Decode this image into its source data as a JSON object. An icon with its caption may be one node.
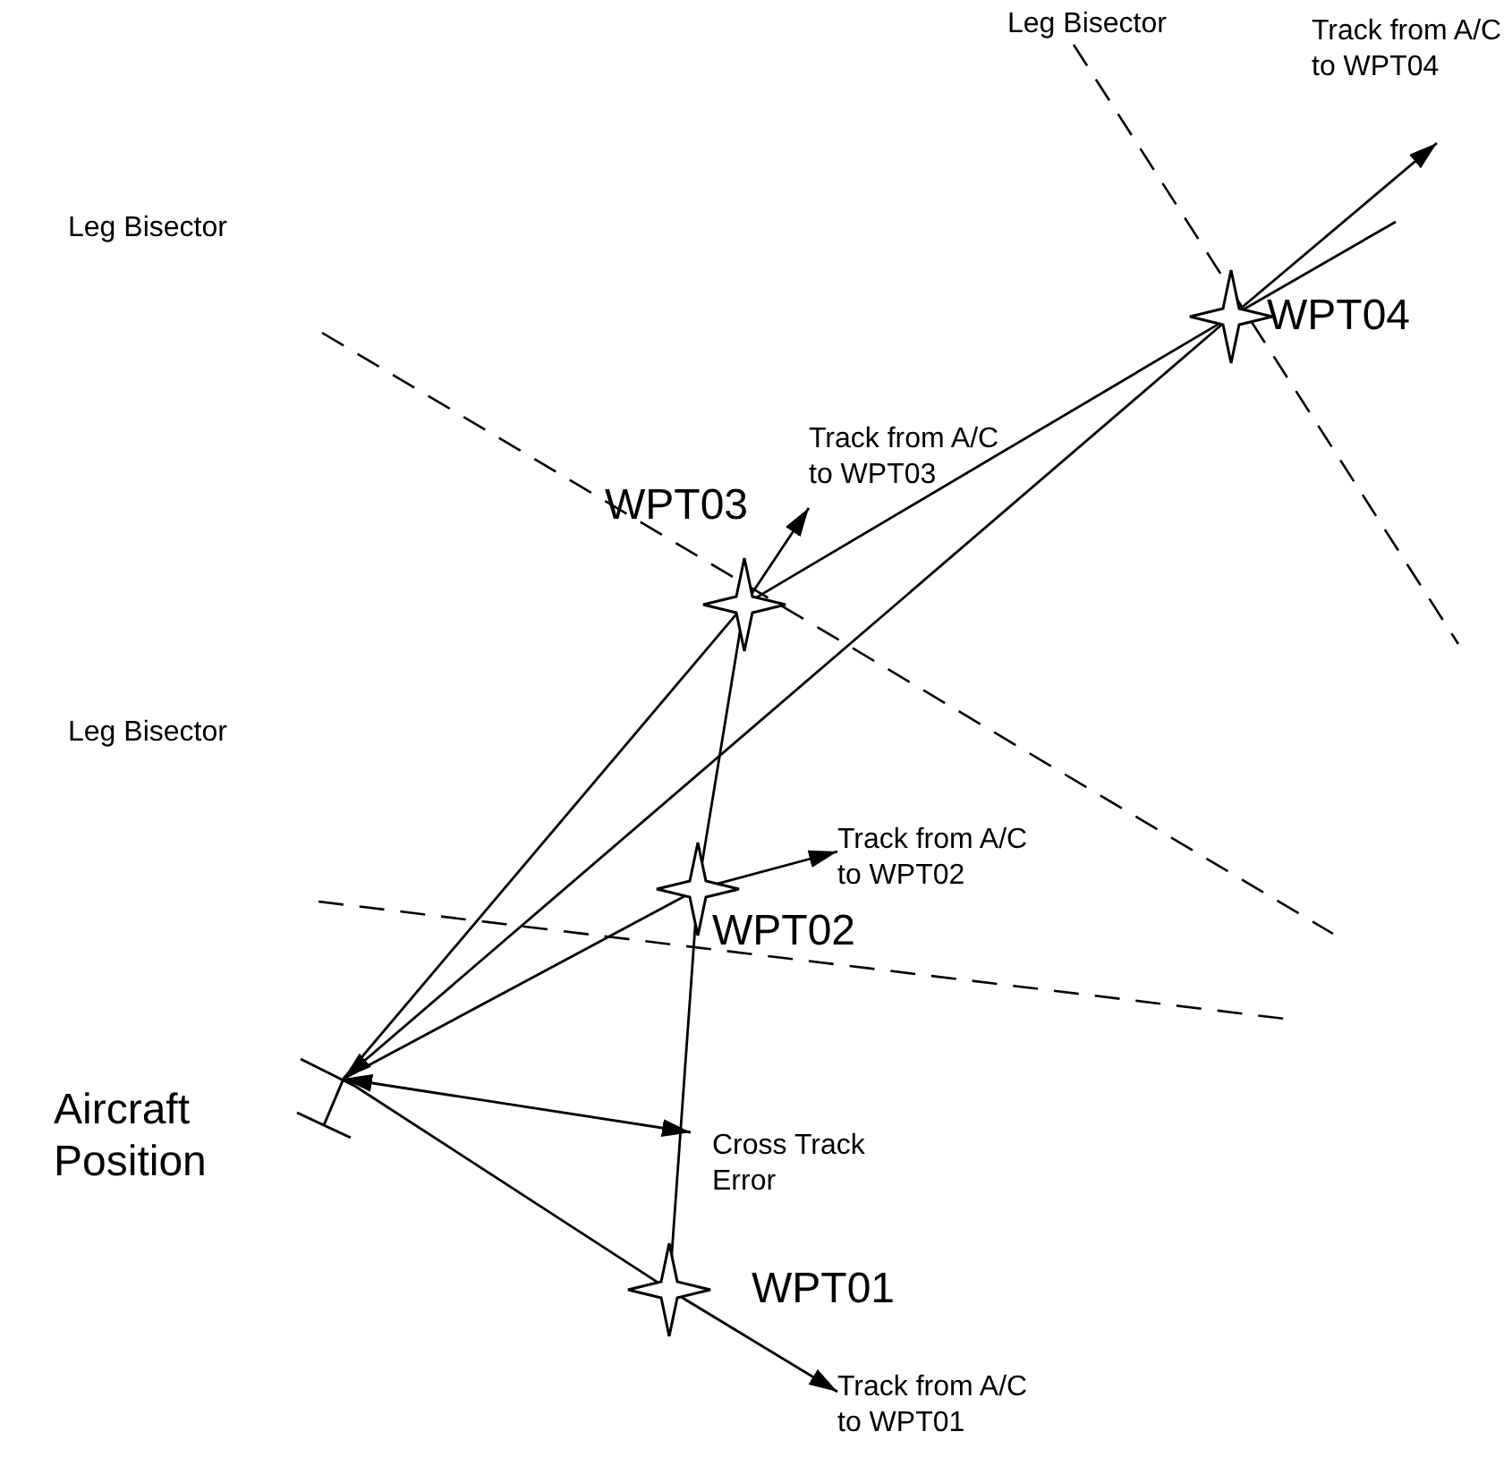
{
  "diagram": {
    "nodes": [
      {
        "text": [],
        "shape": "bar",
        "beside": [
          "Aircraft Position"
        ]
      },
      {
        "text": [],
        "shape": "star",
        "beside": [
          "WPT01"
        ]
      },
      {
        "text": [],
        "shape": "star",
        "beside": [
          "WPT02"
        ]
      },
      {
        "text": [],
        "shape": "star",
        "beside": [
          "WPT03"
        ]
      },
      {
        "text": [],
        "shape": "star",
        "beside": [
          "WPT04"
        ]
      },
      {
        "text": [
          "Track from A/C to WPT01"
        ]
      },
      {
        "text": [
          "Track from A/C to WPT02"
        ]
      },
      {
        "text": [
          "Track from A/C to WPT03"
        ]
      },
      {
        "text": [
          "Track from A/C to WPT04"
        ]
      }
    ],
    "edges": [
      {
        "from": 0,
        "to": 1,
        "arrow": "none"
      },
      {
        "from": 1,
        "to": 5,
        "arrow": "to"
      },
      {
        "from": 0,
        "to": 2,
        "arrow": "none"
      },
      {
        "from": 2,
        "to": 6,
        "arrow": "to"
      },
      {
        "from": 0,
        "to": 3,
        "arrow": "none"
      },
      {
        "from": 3,
        "to": 7,
        "arrow": "to"
      },
      {
        "from": 4,
        "to": 0,
        "arrow": "to"
      },
      {
        "from": 4,
        "to": 8,
        "arrow": "to"
      },
      {
        "from": 1,
        "to": 2,
        "arrow": "none"
      },
      {
        "from": 2,
        "to": 3,
        "arrow": "none"
      },
      {
        "from": 3,
        "to": 4,
        "arrow": "none"
      },
      {
        "from": 4,
        "to": null,
        "arrow": "none"
      },
      {
        "from": 0,
        "to": null,
        "arrow": "both",
        "label": "Cross Track Error"
      }
    ],
    "labels": [
      "Leg Bisector",
      "Leg Bisector",
      "Leg Bisector"
    ]
  }
}
